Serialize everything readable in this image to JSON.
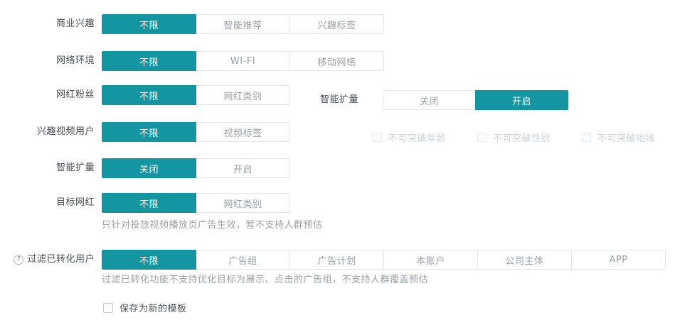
{
  "colors": {
    "accent": "#1496a2"
  },
  "icons": {
    "help": "?"
  },
  "rows": [
    {
      "label": "商业兴趣",
      "options": [
        {
          "label": "不限",
          "selected": true
        },
        {
          "label": "智能推荐",
          "selected": false
        },
        {
          "label": "兴趣标签",
          "selected": false
        }
      ]
    },
    {
      "label": "网络环境",
      "options": [
        {
          "label": "不限",
          "selected": true
        },
        {
          "label": "WI-FI",
          "selected": false
        },
        {
          "label": "移动网络",
          "selected": false
        }
      ]
    },
    {
      "label": "网红粉丝",
      "options": [
        {
          "label": "不限",
          "selected": true
        },
        {
          "label": "网红类别",
          "selected": false
        }
      ]
    },
    {
      "label": "兴趣视频用户",
      "options": [
        {
          "label": "不限",
          "selected": true
        },
        {
          "label": "视频标签",
          "selected": false
        }
      ]
    },
    {
      "label": "智能扩量",
      "options": [
        {
          "label": "关闭",
          "selected": true
        },
        {
          "label": "开启",
          "selected": false
        }
      ]
    },
    {
      "label": "目标网红",
      "options": [
        {
          "label": "不限",
          "selected": true
        },
        {
          "label": "网红类别",
          "selected": false
        }
      ],
      "helper": "只针对投放视频播放页广告生效，暂不支持人群预估"
    },
    {
      "label": "过滤已转化用户",
      "options": [
        {
          "label": "不限",
          "selected": true
        },
        {
          "label": "广告组",
          "selected": false
        },
        {
          "label": "广告计划",
          "selected": false
        },
        {
          "label": "本账户",
          "selected": false
        },
        {
          "label": "公司主体",
          "selected": false
        },
        {
          "label": "APP",
          "selected": false
        }
      ],
      "helper": "过滤已转化功能不支持优化目标为展示、点击的广告组，不支持人群覆盖预估"
    }
  ],
  "side_panel": {
    "label": "智能扩量",
    "options": [
      {
        "label": "关闭",
        "selected": false
      },
      {
        "label": "开启",
        "selected": true
      }
    ],
    "checkboxes": [
      {
        "label": "不可突破年龄",
        "checked": false,
        "disabled": true
      },
      {
        "label": "不可突破性别",
        "checked": false,
        "disabled": true
      },
      {
        "label": "不可突破地域",
        "checked": false,
        "disabled": true
      }
    ]
  },
  "save_template": {
    "label": "保存为新的模板",
    "checked": false
  }
}
